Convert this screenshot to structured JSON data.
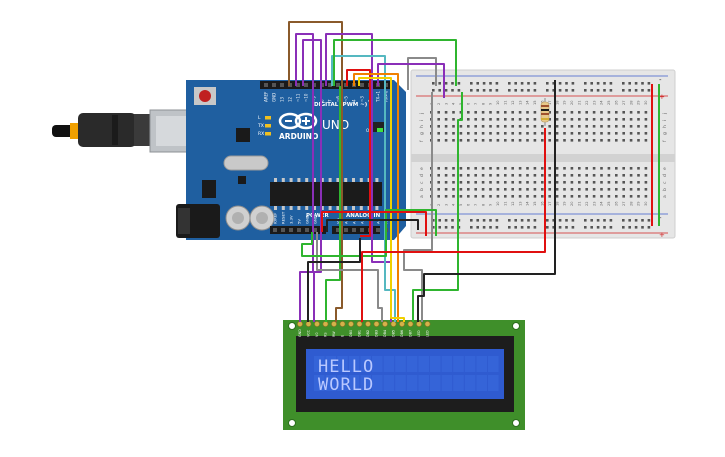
{
  "arduino": {
    "brand": "ARDUINO",
    "model": "UNO",
    "digital_label": "DIGITAL (PWM ~)",
    "power_label": "POWER",
    "analog_label": "ANALOG IN",
    "led_labels": [
      "L",
      "TX",
      "RX"
    ],
    "top_pins": [
      "AREF",
      "GND",
      "13",
      "12",
      "~11",
      "~10",
      "~9",
      "8",
      "7",
      "~6",
      "~5",
      "4",
      "~3",
      "2",
      "TX→1",
      "RX←0"
    ],
    "bottom_pins": [
      "IOREF",
      "RESET",
      "3.3V",
      "5V",
      "GND",
      "GND",
      "Vin",
      "A0",
      "A1",
      "A2",
      "A3",
      "A4",
      "A5"
    ],
    "on_label": "ON"
  },
  "breadboard": {
    "column_numbers": [
      "1",
      "2",
      "3",
      "4",
      "5",
      "6",
      "7",
      "8",
      "9",
      "10",
      "11",
      "12",
      "13",
      "14",
      "15",
      "16",
      "17",
      "18",
      "19",
      "20",
      "21",
      "22",
      "23",
      "24",
      "25",
      "26",
      "27",
      "28",
      "29",
      "30"
    ],
    "rows_top": [
      "j",
      "i",
      "h",
      "g",
      "f"
    ],
    "rows_bottom": [
      "e",
      "d",
      "c",
      "b",
      "a"
    ],
    "rail_plus": "+",
    "rail_minus": "-"
  },
  "lcd": {
    "line1": "HELLO",
    "line2": "WORLD",
    "pins": [
      "GND",
      "VCC",
      "V0",
      "RS",
      "RW",
      "E",
      "DB0",
      "DB1",
      "DB2",
      "DB3",
      "DB4",
      "DB5",
      "DB6",
      "DB7",
      "LED",
      "LED"
    ]
  },
  "colors": {
    "board": "#1f5fa0",
    "lcd_pcb": "#3f8f2a",
    "lcd_screen": "#2f5bd0",
    "lcd_text": "#b9c8ff",
    "wire_brown": "#8a5a2b",
    "wire_purple": "#8a2fb8",
    "wire_green": "#2fb52f",
    "wire_red": "#e01010",
    "wire_orange": "#f08000",
    "wire_yellow": "#f0d000",
    "wire_gray": "#8a8a8a",
    "wire_black": "#222222",
    "wire_cyan": "#55b8c0"
  }
}
